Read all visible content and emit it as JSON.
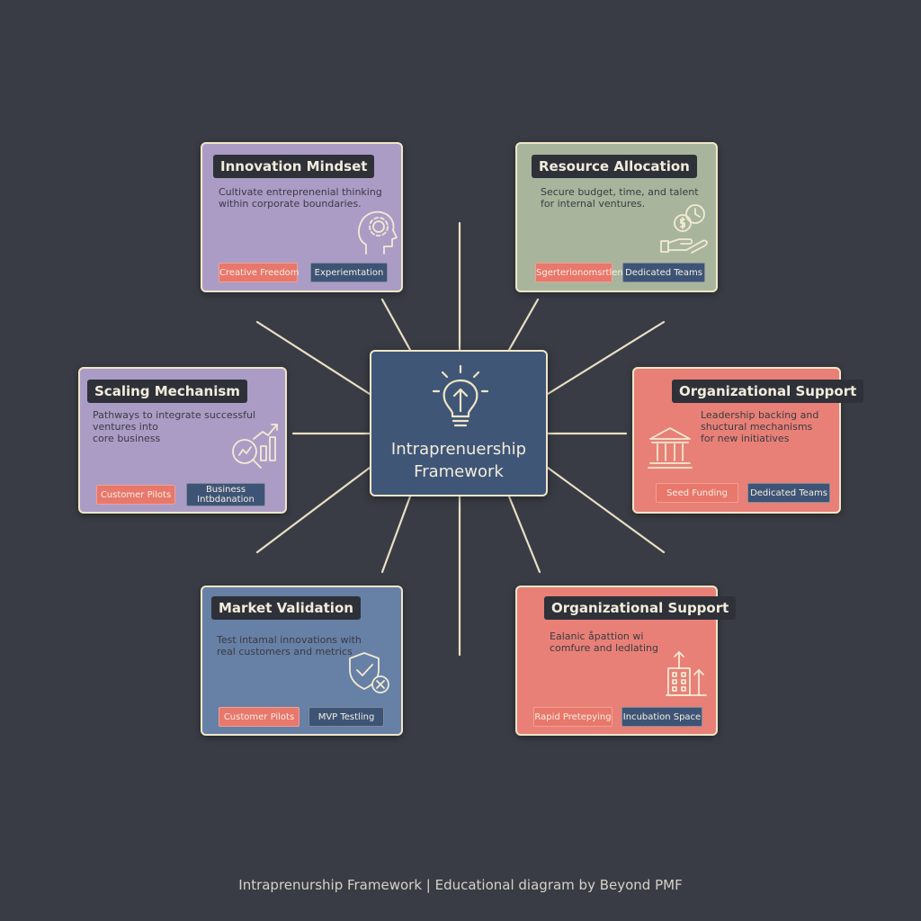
{
  "center": {
    "title": "Intraprenuership\nFramework",
    "icon": "lightbulb-icon"
  },
  "cards": [
    {
      "id": "innovation-mindset",
      "title": "Innovation Mindset",
      "desc": "Cultivate entreprenenial thinking\nwithin corporate boundaries.",
      "icon": "head-gear-icon",
      "color": "#ab9cc6",
      "tags": [
        "Creative Freedom",
        "Experiemtation"
      ]
    },
    {
      "id": "resource-allocation",
      "title": "Resource Allocation",
      "desc": "Secure budget, time, and talent\nfor internal ventures.",
      "icon": "hand-money-icon",
      "color": "#a8b59c",
      "tags": [
        "Sgerterionomsrtlen",
        "Dedicated Teams"
      ]
    },
    {
      "id": "scaling-mechanism",
      "title": "Scaling Mechanism",
      "desc": "Pathways to integrate successful\nventures into\ncore business",
      "icon": "magnifier-growth-icon",
      "color": "#ab9cc6",
      "tags": [
        "Customer Pilots",
        "Business\nIntbdanation"
      ]
    },
    {
      "id": "organizational-support-1",
      "title": "Organizational Support",
      "desc": "Leadership backing and\nshuctural mechanisms\nfor new initiatives",
      "icon": "institution-icon",
      "color": "#e88077",
      "tags": [
        "Seed Funding",
        "Dedicated Teams"
      ]
    },
    {
      "id": "market-validation",
      "title": "Market Validation",
      "desc": "Test intamal innovations with\nreal customers and metrics",
      "icon": "shield-check-icon",
      "color": "#6680a6",
      "tags": [
        "Customer Pilots",
        "MVP Testling"
      ]
    },
    {
      "id": "organizational-support-2",
      "title": "Organizational Support",
      "desc": "Ealanic åpattion wi\ncomfure and ledlating",
      "icon": "building-growth-icon",
      "color": "#e88077",
      "tags": [
        "Rapid Pretepying",
        "Incubation Space"
      ]
    }
  ],
  "caption": "Intraprenurship Framework  |  Educational diagram by Beyond PMF"
}
